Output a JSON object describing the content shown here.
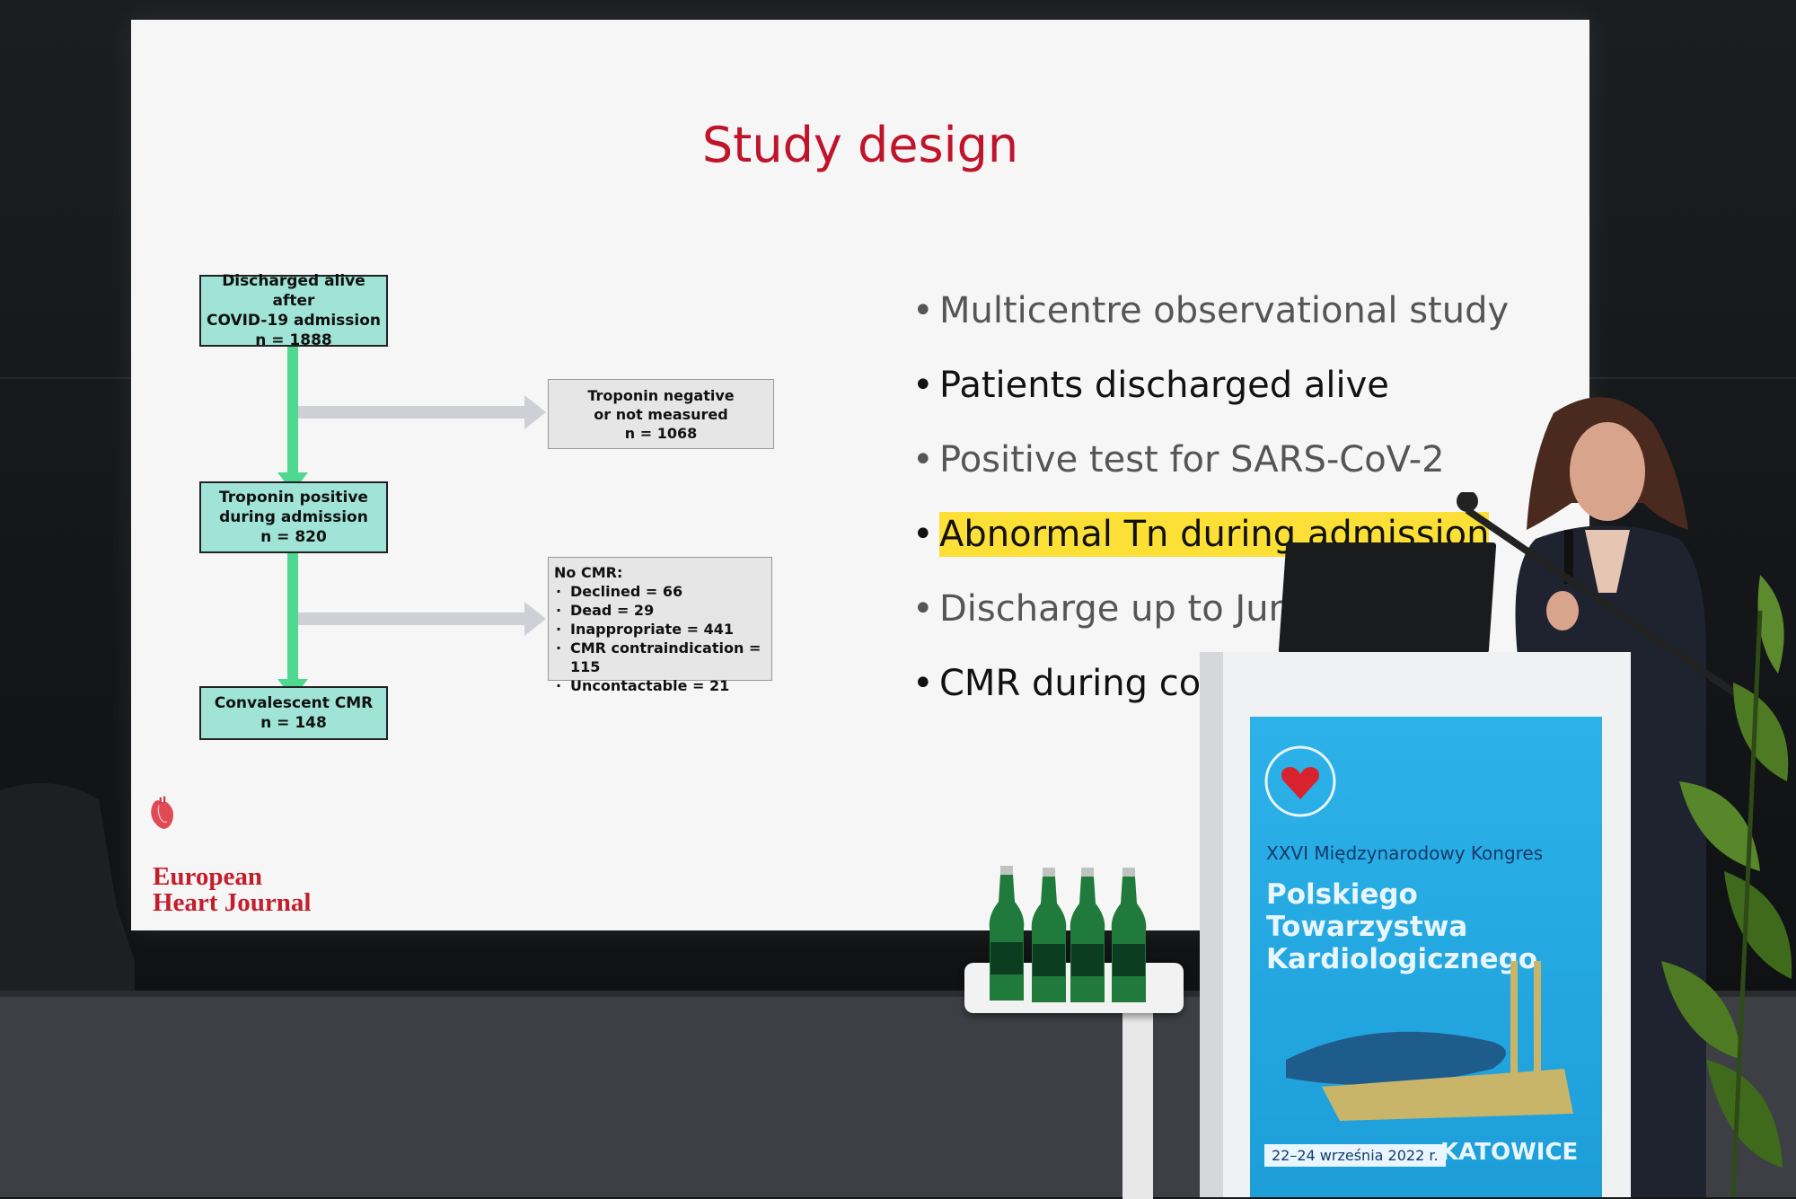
{
  "slide": {
    "title": "Study design",
    "flow": {
      "box1": [
        "Discharged alive after",
        "COVID-19 admission",
        "n = 1888"
      ],
      "box2": [
        "Troponin positive",
        "during admission",
        "n = 820"
      ],
      "box3": [
        "Convalescent CMR",
        "n = 148"
      ],
      "side1": [
        "Troponin negative",
        "or not measured",
        "n = 1068"
      ],
      "side2_title": "No CMR:",
      "side2_items": [
        "Declined = 66",
        "Dead = 29",
        "Inappropriate = 441",
        "CMR contraindication = 115",
        "Uncontactable = 21"
      ]
    },
    "bullets": [
      "Multicentre observational study",
      "Patients discharged alive",
      "Positive test for SARS-CoV-2",
      "Abnormal Tn during admission",
      "Discharge up to June 2",
      "CMR during conva"
    ],
    "logo_text": [
      "European",
      "Heart Journal"
    ]
  },
  "podium": {
    "line1": "XXVI Międzynarodowy Kongres",
    "line2a": "Polskiego Towarzystwa",
    "line2b": "Kardiologicznego",
    "date": "22–24 września 2022 r.",
    "city": "KATOWICE"
  },
  "colors": {
    "title_red": "#c0142b",
    "flow_green": "#9fe4d6",
    "highlight": "#fde035",
    "panel_blue": "#2cb2e8"
  }
}
